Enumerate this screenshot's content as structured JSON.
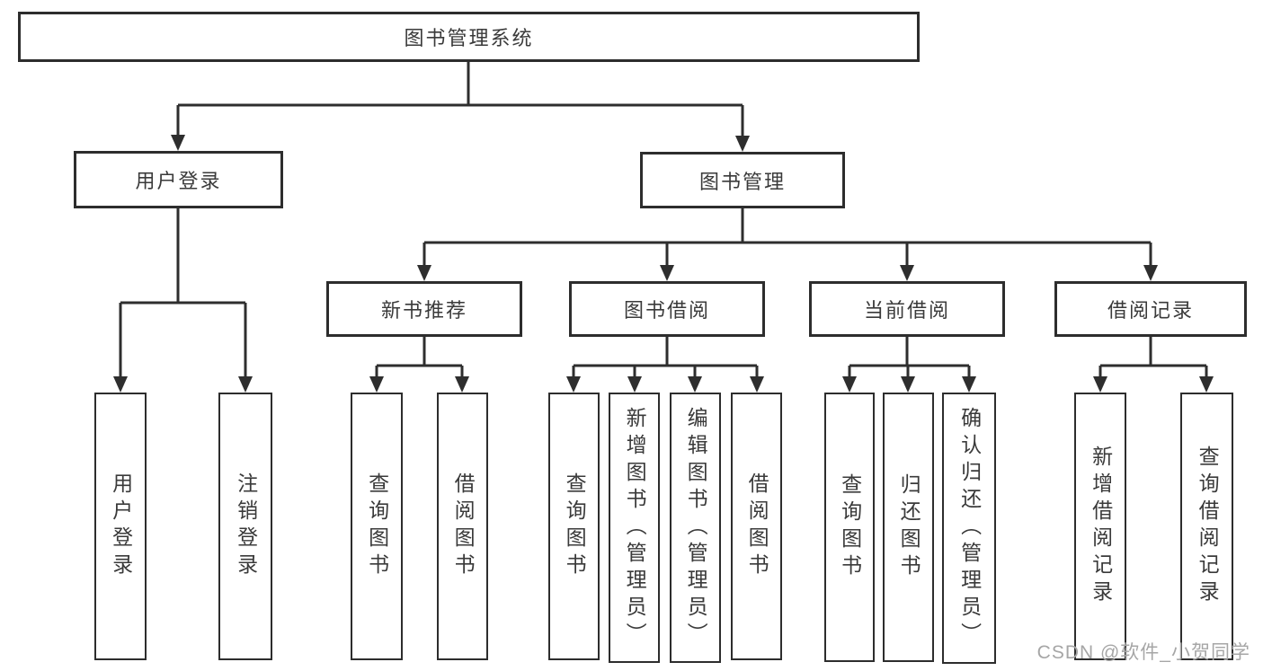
{
  "diagram": {
    "type": "hierarchy-tree",
    "nodes": {
      "root": "图书管理系统",
      "level2": [
        "用户登录",
        "图书管理"
      ],
      "level3": [
        "新书推荐",
        "图书借阅",
        "当前借阅",
        "借阅记录"
      ],
      "leaves_login": [
        "用户登录",
        "注销登录"
      ],
      "leaves_newbook": [
        "查询图书",
        "借阅图书"
      ],
      "leaves_borrow": [
        "查询图书",
        "新增图书（管理员）",
        "编辑图书（管理员）",
        "借阅图书"
      ],
      "leaves_current": [
        "查询图书",
        "归还图书",
        "确认归还（管理员）"
      ],
      "leaves_records": [
        "新增借阅记录",
        "查询借阅记录"
      ]
    },
    "structure": {
      "图书管理系统": [
        "用户登录",
        "图书管理"
      ],
      "用户登录": [
        "用户登录",
        "注销登录"
      ],
      "图书管理": [
        "新书推荐",
        "图书借阅",
        "当前借阅",
        "借阅记录"
      ],
      "新书推荐": [
        "查询图书",
        "借阅图书"
      ],
      "图书借阅": [
        "查询图书",
        "新增图书（管理员）",
        "编辑图书（管理员）",
        "借阅图书"
      ],
      "当前借阅": [
        "查询图书",
        "归还图书",
        "确认归还（管理员）"
      ],
      "借阅记录": [
        "新增借阅记录",
        "查询借阅记录"
      ]
    },
    "colors": {
      "line": "#2e2e2e",
      "box_border": "#2d2d2d",
      "text": "#3a3a3a",
      "background": "#ffffff",
      "watermark": "#a6a6a6"
    }
  },
  "watermark": {
    "text": "CSDN @软件_小贺同学"
  }
}
